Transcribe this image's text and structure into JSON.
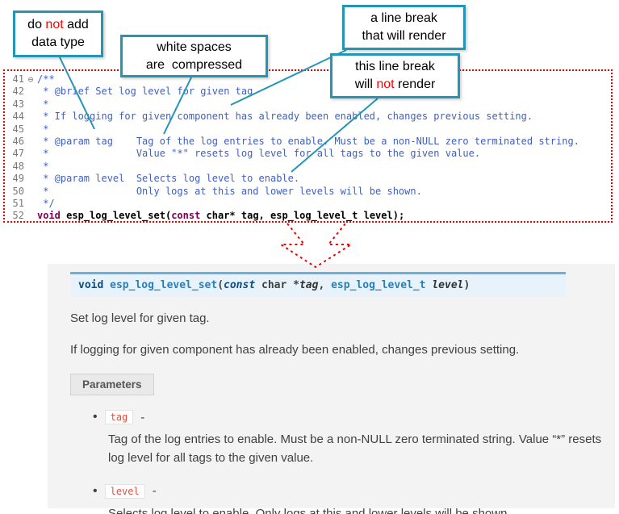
{
  "colors": {
    "callout_border": "#2395b7",
    "dotted_red": "#ee0000",
    "comment_text": "#3f5fbf",
    "keyword_text": "#7b0052",
    "doc_accent_blue": "#6ab0de",
    "param_name_red": "#e74c3c"
  },
  "callouts": {
    "c1": {
      "l1a": "do ",
      "l1b": "not",
      "l1c": " add",
      "l2": "data type"
    },
    "c2": {
      "l1": "white spaces",
      "l2": "are  compressed"
    },
    "c3": {
      "l1": "a line break",
      "l2": "that will render"
    },
    "c4": {
      "l1": "this line break",
      "l2a": "will ",
      "l2b": "not",
      "l2c": " render"
    }
  },
  "editor": {
    "lines": [
      {
        "num": "41",
        "fold": "⊖",
        "text": "/**"
      },
      {
        "num": "42",
        "text": " * @brief Set log level for given tag"
      },
      {
        "num": "43",
        "text": " *"
      },
      {
        "num": "44",
        "text": " * If logging for given component has already been enabled, changes previous setting."
      },
      {
        "num": "45",
        "text": " *"
      },
      {
        "num": "46",
        "text": " * @param tag    Tag of the log entries to enable. Must be a non-NULL zero terminated string."
      },
      {
        "num": "47",
        "text": " *               Value \"*\" resets log level for all tags to the given value."
      },
      {
        "num": "48",
        "text": " *"
      },
      {
        "num": "49",
        "text": " * @param level  Selects log level to enable."
      },
      {
        "num": "50",
        "text": " *               Only logs at this and lower levels will be shown."
      },
      {
        "num": "51",
        "text": " */"
      }
    ],
    "line52": {
      "num": "52",
      "kw1": "void",
      "seg1": " esp_log_level_set(",
      "kw2": "const",
      "seg2": " char* tag, esp_log_level_t level);"
    }
  },
  "doc": {
    "signature": {
      "p1": "void ",
      "p2": "esp_log_level_set",
      "p3": "(",
      "p4": "const",
      "p5": " char *",
      "p6": "tag",
      "p7": ", ",
      "p8": "esp_log_level_t ",
      "p9": "level",
      "p10": ")"
    },
    "para1": "Set log level for given tag.",
    "para2": "If logging for given component has already been enabled, changes previous setting.",
    "parameters_label": "Parameters",
    "bullet": "•",
    "params": [
      {
        "name": "tag",
        "dash": "-",
        "desc": "Tag of the log entries to enable. Must be a non-NULL zero terminated string. Value “*” resets log level for all tags to the given value."
      },
      {
        "name": "level",
        "dash": "-",
        "desc": "Selects log level to enable. Only logs at this and lower levels will be shown."
      }
    ]
  }
}
